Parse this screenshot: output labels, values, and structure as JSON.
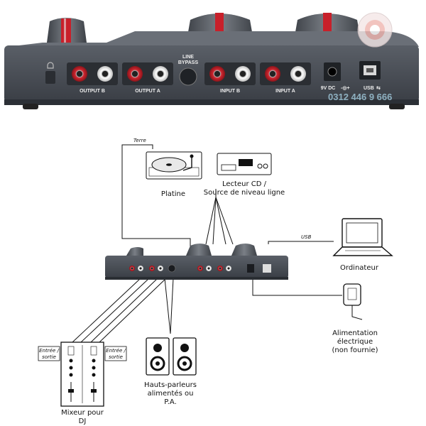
{
  "device_panel": {
    "ports": {
      "output_b": "OUTPUT B",
      "output_a": "OUTPUT A",
      "line_bypass": "LINE\nBYPASS",
      "input_b": "INPUT B",
      "input_a": "INPUT A",
      "power": "9V DC",
      "usb": "USB"
    },
    "watermark_phone": "0312 446 9 666"
  },
  "diagram": {
    "terre": "Terre",
    "platine": "Platine",
    "lecteur_cd": "Lecteur CD /\nSource de niveau ligne",
    "usb": "USB",
    "ordinateur": "Ordinateur",
    "alimentation": "Alimentation\nélectrique\n(non fournie)",
    "hauts_parleurs": "Hauts-parleurs\nalimentés ou\nP.A.",
    "mixeur": "Mixeur pour\nDJ",
    "entree_sortie_left": "Entrée /\nsortie",
    "entree_sortie_right": "Entrée /\nsortie"
  },
  "colors": {
    "panel": "#4a4f57",
    "panel_dark": "#2e3238",
    "rca_red": "#c8202a",
    "rca_white": "#f2f2f2",
    "knob": "#5a5f66",
    "knob_stripe": "#d0242c"
  }
}
